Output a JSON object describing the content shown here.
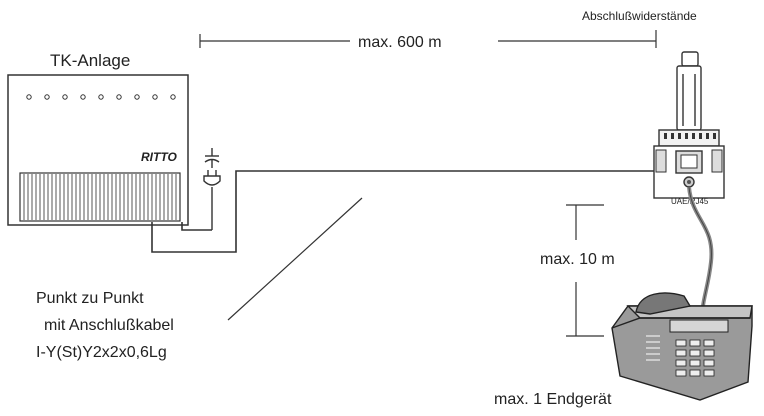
{
  "labels": {
    "tk_anlage": "TK-Anlage",
    "brand": "RITTO",
    "max_600": "max. 600 m",
    "abschluss": "Abschlußwiderstände",
    "uae_rj45": "UAE/RJ45",
    "max_10": "max. 10 m",
    "punkt_line1": "Punkt zu Punkt",
    "punkt_line2": "mit Anschlußkabel",
    "punkt_line3": "I-Y(St)Y2x2x0,6Lg",
    "endgeraet": "max. 1 Endgerät"
  },
  "icons": {
    "capacitor": "capacitor-symbol-icon",
    "plug": "plug-symbol-icon",
    "telephone": "telephone-icon"
  },
  "colors": {
    "line": "#333333",
    "cable": "#888888",
    "device_fill": "#f2f2f2",
    "phone_fill": "#8a8a8a"
  }
}
